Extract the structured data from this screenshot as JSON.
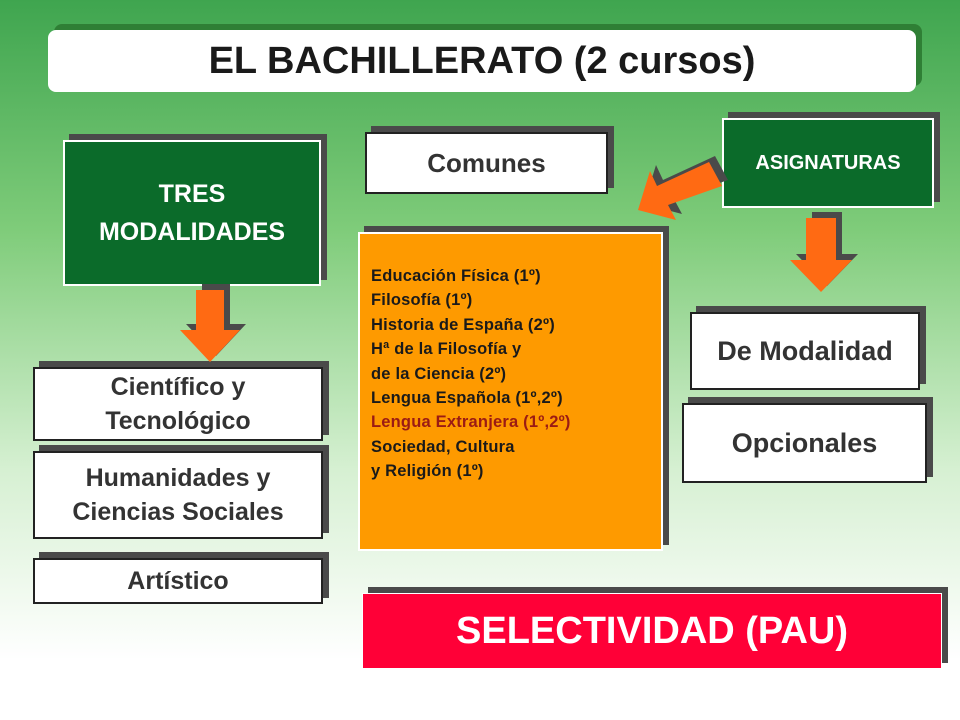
{
  "title": "EL BACHILLERATO (2 cursos)",
  "modalidades": {
    "line1": "TRES",
    "line2": "MODALIDADES"
  },
  "comunes": "Comunes",
  "asignaturas": "ASIGNATURAS",
  "modalidad_items": [
    {
      "line1": "Científico y",
      "line2": "Tecnológico"
    },
    {
      "line1": "Humanidades y",
      "line2": "Ciencias Sociales"
    },
    {
      "line1": "Artístico"
    }
  ],
  "comunes_list": [
    "Educación Física (1º)",
    "Filosofía (1º)",
    "Historia de España (2º)",
    "Hª de la Filosofía y",
    "de la Ciencia (2º)",
    "Lengua Española (1º,2º)",
    "Lengua Extranjera (1º,2º)",
    "Sociedad, Cultura",
    "y Religión (1º)"
  ],
  "de_modalidad": "De Modalidad",
  "opcionales": "Opcionales",
  "selectividad": "SELECTIVIDAD (PAU)",
  "colors": {
    "green_box": "#0b6b2a",
    "orange_box": "#fe9a00",
    "red_box": "#ff0037",
    "arrow": "#ff6a13",
    "highlight_text": "#9b1b14"
  }
}
